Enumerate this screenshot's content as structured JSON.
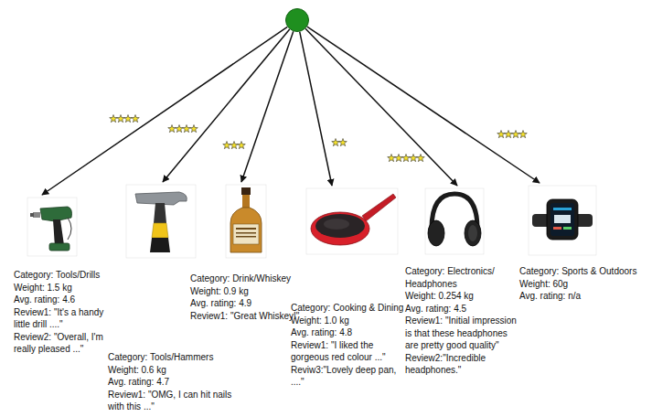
{
  "diagram": {
    "nodes": [
      {
        "text": []
      },
      {
        "text": [
          "Category: Tools/Drills",
          "Weight: 1.5 kg",
          "Avg. rating: 4.6",
          "Review1: \"It's a handy little drill ....\"",
          "Review2: \"Overall, I'm really pleased ...\""
        ]
      },
      {
        "text": [
          "Category: Tools/Hammers",
          "Weight: 0.6 kg",
          "Avg. rating: 4.7",
          "Review1: \"OMG, I can hit nails with this ...\""
        ]
      },
      {
        "text": [
          "Category: Drink/Whiskey",
          "Weight: 0.9 kg",
          "Avg. rating: 4.9",
          "Review1: \"Great Whiskey!\""
        ]
      },
      {
        "text": [
          "Category: Cooking & Dining",
          "Weight: 1.0 kg",
          "Avg. rating: 4.8",
          "Review1: \"I liked the gorgeous red colour ...\"",
          "Reviw3:\"Lovely deep pan, ....\""
        ]
      },
      {
        "text": [
          "Category: Electronics/ Headphones",
          "Weight: 0.254 kg",
          "Avg. rating: 4.5",
          "Review1: \"Initial impression is that these headphones are pretty good quality\"",
          "Review2:\"Incredible headphones.\""
        ]
      },
      {
        "text": [
          "Category: Sports & Outdoors",
          "Weight: 60g",
          "Avg. rating: n/a"
        ]
      }
    ],
    "edges": [
      {
        "from": 0,
        "to": 1,
        "arrow": "to"
      },
      {
        "from": 0,
        "to": 2,
        "arrow": "to"
      },
      {
        "from": 0,
        "to": 3,
        "arrow": "to"
      },
      {
        "from": 0,
        "to": 4,
        "arrow": "to"
      },
      {
        "from": 0,
        "to": 5,
        "arrow": "to"
      },
      {
        "from": 0,
        "to": 6,
        "arrow": "to"
      }
    ]
  }
}
